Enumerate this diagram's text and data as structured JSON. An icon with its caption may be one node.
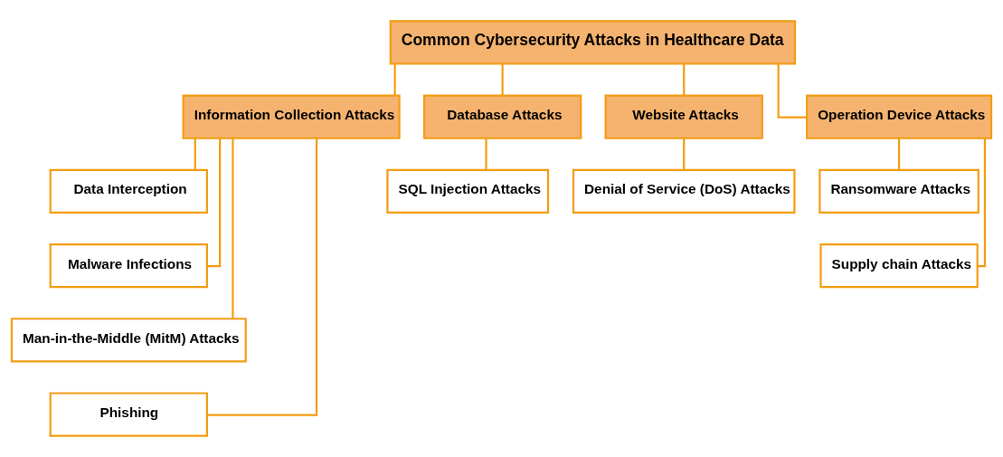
{
  "diagram": {
    "nodes": [
      {
        "text": [
          "Common Cybersecurity Attacks in Healthcare Data"
        ]
      },
      {
        "text": [
          "Information Collection Attacks"
        ]
      },
      {
        "text": [
          "Database Attacks"
        ]
      },
      {
        "text": [
          "Website Attacks"
        ]
      },
      {
        "text": [
          "Operation Device Attacks"
        ]
      },
      {
        "text": [
          "Data Interception"
        ]
      },
      {
        "text": [
          "Malware Infections"
        ]
      },
      {
        "text": [
          "Man-in-the-Middle (MitM) Attacks"
        ]
      },
      {
        "text": [
          "Phishing"
        ]
      },
      {
        "text": [
          "SQL Injection Attacks"
        ]
      },
      {
        "text": [
          "Denial of Service (DoS) Attacks"
        ]
      },
      {
        "text": [
          "Ransomware Attacks"
        ]
      },
      {
        "text": [
          "Supply chain Attacks"
        ]
      }
    ],
    "edges": [
      {
        "from": 0,
        "to": 1,
        "arrow": "none"
      },
      {
        "from": 0,
        "to": 2,
        "arrow": "none"
      },
      {
        "from": 0,
        "to": 3,
        "arrow": "none"
      },
      {
        "from": 0,
        "to": 4,
        "arrow": "none"
      },
      {
        "from": 1,
        "to": 5,
        "arrow": "none"
      },
      {
        "from": 1,
        "to": 6,
        "arrow": "none"
      },
      {
        "from": 1,
        "to": 7,
        "arrow": "none"
      },
      {
        "from": 1,
        "to": 8,
        "arrow": "none"
      },
      {
        "from": 2,
        "to": 9,
        "arrow": "none"
      },
      {
        "from": 3,
        "to": 10,
        "arrow": "none"
      },
      {
        "from": 4,
        "to": 11,
        "arrow": "none"
      },
      {
        "from": 4,
        "to": 12,
        "arrow": "none"
      }
    ]
  }
}
